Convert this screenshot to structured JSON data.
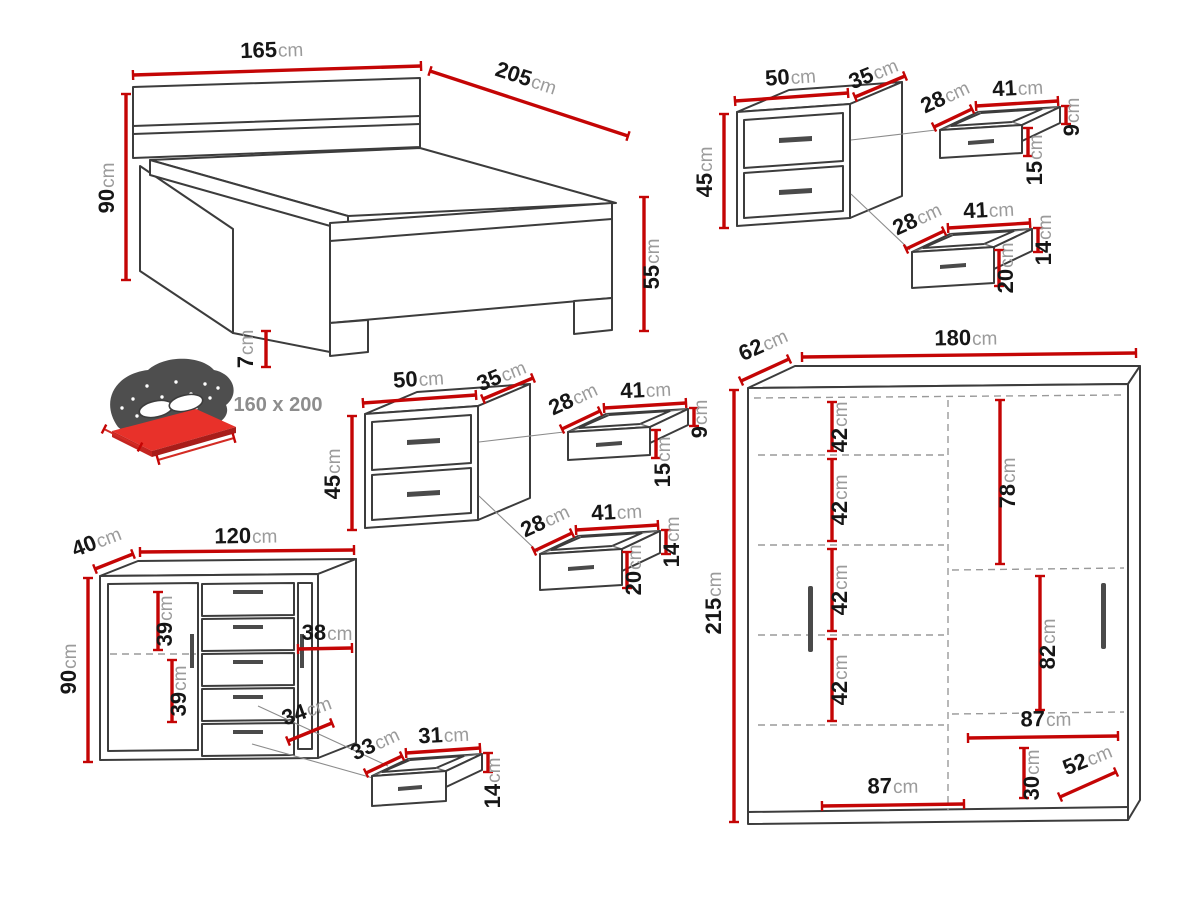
{
  "unit": "cm",
  "bed": {
    "width": "165",
    "depth": "205",
    "height": "90",
    "footboard_height": "55",
    "leg_height": "7",
    "mattress_label": "160 x 200"
  },
  "nightstand": {
    "width": "50",
    "depth": "35",
    "height": "45",
    "top_drawer": {
      "depth": "28",
      "width": "41",
      "side_height": "9",
      "front_height": "15"
    },
    "bottom_drawer": {
      "depth": "28",
      "width": "41",
      "side_height": "14",
      "front_height": "20"
    }
  },
  "dresser": {
    "depth": "40",
    "width": "120",
    "height": "90",
    "upper_inner_height": "39",
    "lower_inner_height": "39",
    "inner_width": "38",
    "lower_inner_width": "34",
    "drawer": {
      "depth": "33",
      "width": "31",
      "height": "14"
    }
  },
  "wardrobe": {
    "depth": "62",
    "width": "180",
    "height": "215",
    "shelf_gaps": [
      "42",
      "42",
      "42",
      "42"
    ],
    "hanging_height": "78",
    "lower_right_height": "82",
    "right_width": "87",
    "bottom_height": "30",
    "bottom_depth": "52",
    "left_width": "87"
  }
}
